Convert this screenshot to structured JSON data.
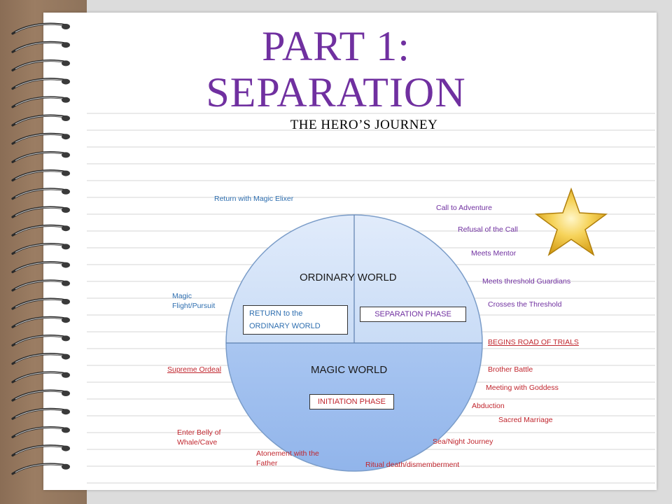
{
  "title_line1": "PART 1:",
  "title_line2": "SEPARATION",
  "subtitle": "THE HERO’S JOURNEY",
  "diagram": {
    "worlds": {
      "ordinary": "ORDINARY WORLD",
      "magic": "MAGIC WORLD"
    },
    "phases": {
      "return": "RETURN to the ORDINARY WORLD",
      "separation": "SEPARATION PHASE",
      "initiation": "INITIATION PHASE"
    },
    "stages": {
      "return_elixir": "Return with Magic Elixer",
      "magic_flight": "Magic Flight/Pursuit",
      "call": "Call to Adventure",
      "refusal": "Refusal of the Call",
      "mentor": "Meets Mentor",
      "guardians": "Meets threshold Guardians",
      "threshold": "Crosses the Threshold",
      "road_trials": "BEGINS ROAD OF TRIALS",
      "brother_battle": "Brother Battle",
      "goddess": "Meeting with Goddess",
      "abduction": "Abduction",
      "sacred_marriage": "Sacred Marriage",
      "sea_night": "Sea/Night  Journey",
      "ritual_death": "Ritual death/dismemberment",
      "atonement": "Atonement with the Father",
      "belly_whale": "Enter Belly of Whale/Cave",
      "supreme_ordeal": "Supreme Ordeal"
    },
    "colors": {
      "return_side": "#2f6fb0",
      "separation_side": "#7030a0",
      "initiation_side": "#c0262e"
    }
  },
  "decoration": {
    "icon": "gold-star-icon"
  }
}
